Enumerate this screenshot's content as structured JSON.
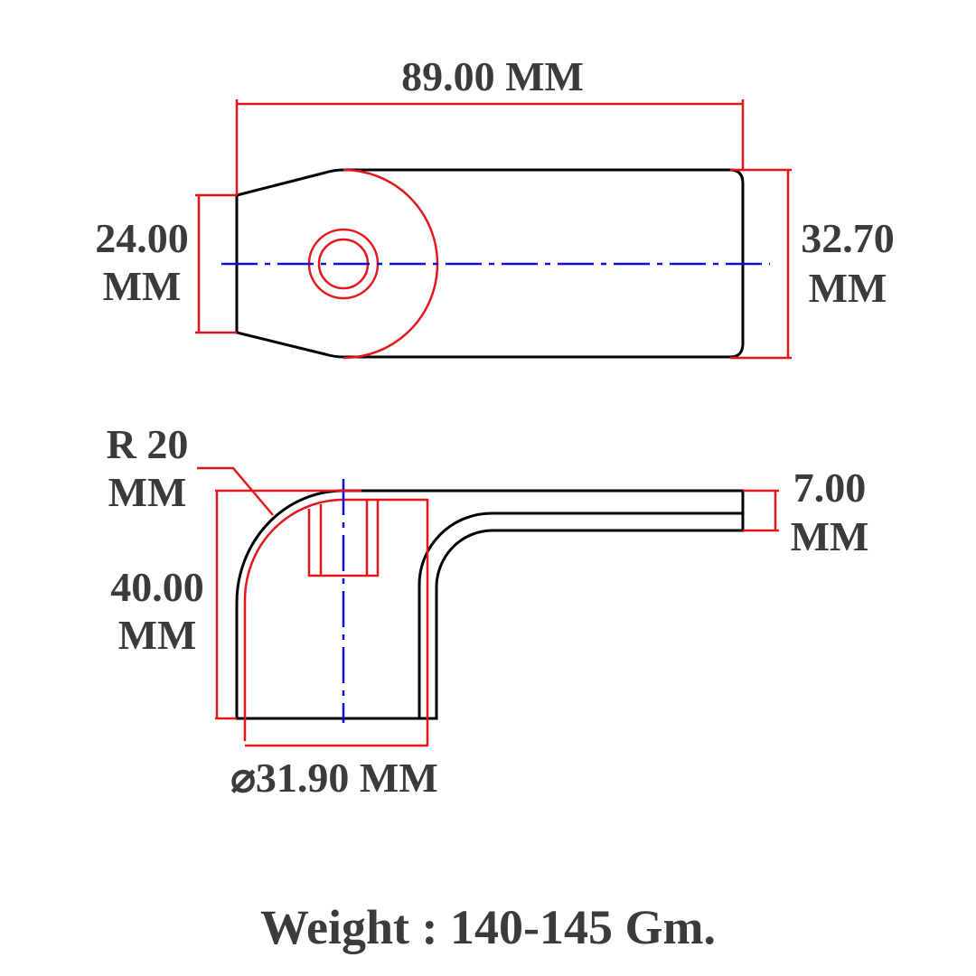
{
  "top_view": {
    "length_label": "89.00 MM",
    "left_height_label": [
      "24.00",
      "MM"
    ],
    "right_height_label": [
      "32.70",
      "MM"
    ]
  },
  "side_view": {
    "radius_label": [
      "R 20",
      "MM"
    ],
    "height_label": [
      "40.00",
      "MM"
    ],
    "thickness_label": [
      "7.00",
      "MM"
    ],
    "diameter_label": "⌀31.90 MM"
  },
  "footer": {
    "weight_label": "Weight : 140-145 Gm."
  },
  "colors": {
    "outline": "#000000",
    "dimension": "#e8141b",
    "centerline": "#0a10e0",
    "text": "#3b3b3b"
  }
}
